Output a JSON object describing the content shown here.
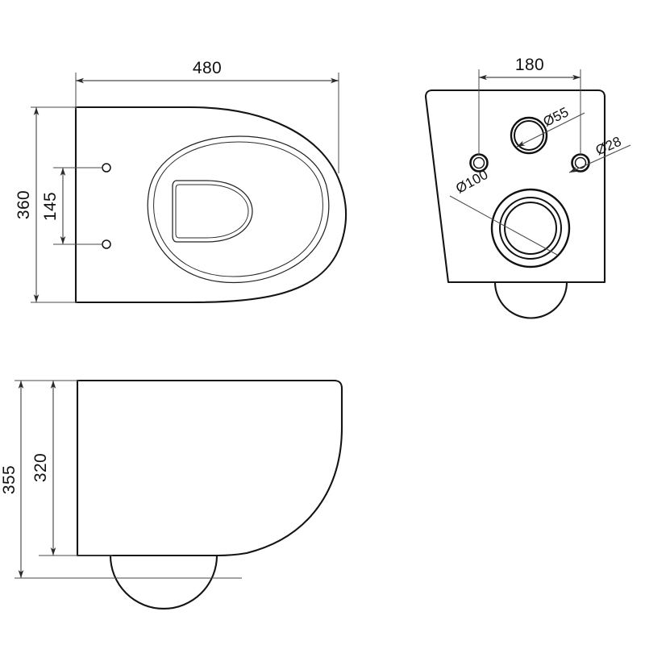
{
  "drawing": {
    "title": "Wall-hung toilet pan technical drawing",
    "units": "mm",
    "background_color": "#ffffff",
    "line_color": "#141414",
    "dimension_color": "#4a4a4a"
  },
  "views": {
    "top": {
      "name": "Top view (plan)",
      "dimensions": {
        "width_label": "480",
        "depth_label": "360",
        "bolt_spacing_label": "145"
      },
      "features": {
        "fixing_holes": 2
      }
    },
    "rear": {
      "name": "Rear view",
      "dimensions": {
        "bolt_centres_label": "180",
        "flush_inlet_label": "Ø55",
        "fixing_hole_label": "Ø28",
        "outlet_label": "Ø100"
      }
    },
    "side": {
      "name": "Side view (section profile)",
      "dimensions": {
        "overall_height_label": "355",
        "body_height_label": "320"
      }
    }
  },
  "labels": [
    {
      "id": "top-width",
      "text": "480"
    },
    {
      "id": "top-depth",
      "text": "360"
    },
    {
      "id": "top-bolt-spacing",
      "text": "145"
    },
    {
      "id": "rear-bolt-centres",
      "text": "180"
    },
    {
      "id": "rear-inlet-dia",
      "text": "Ø55"
    },
    {
      "id": "rear-hole-dia",
      "text": "Ø28"
    },
    {
      "id": "rear-outlet-dia",
      "text": "Ø100"
    },
    {
      "id": "side-overall-height",
      "text": "355"
    },
    {
      "id": "side-body-height",
      "text": "320"
    }
  ]
}
